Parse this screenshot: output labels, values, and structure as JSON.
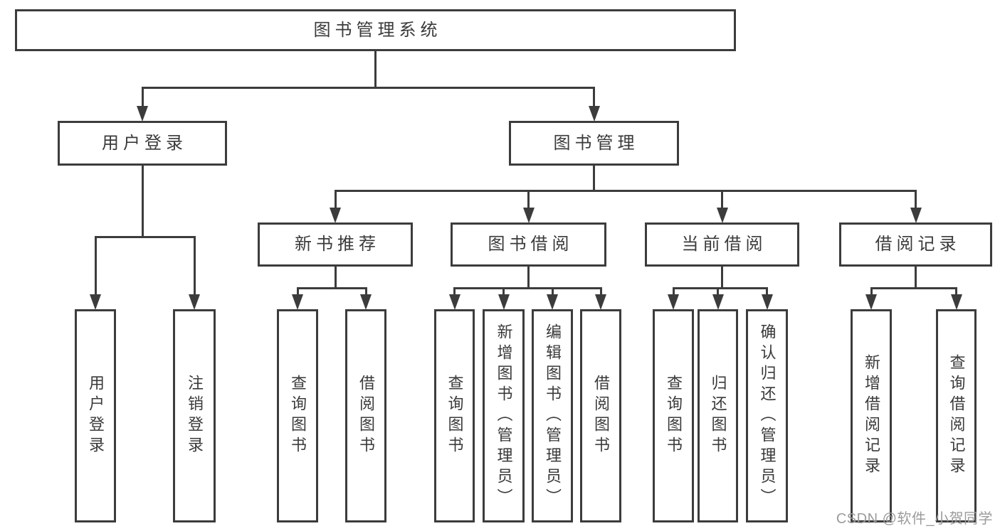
{
  "colors": {
    "line": "#3c3c3c",
    "text": "#3a3a3a",
    "background": "#ffffff",
    "watermark": "#9b9b9b"
  },
  "watermark": {
    "text": "CSDN @软件_小贺同学"
  },
  "tree": {
    "id": "root",
    "label": "图书管理系统",
    "children": [
      {
        "id": "user-login",
        "label": "用户登录",
        "children": [
          {
            "id": "leaf-user-login",
            "label": "用户登录"
          },
          {
            "id": "leaf-logout",
            "label": "注销登录"
          }
        ]
      },
      {
        "id": "book-mgmt",
        "label": "图书管理",
        "children": [
          {
            "id": "new-book-rec",
            "label": "新书推荐",
            "children": [
              {
                "id": "leaf-query-book-a",
                "label": "查询图书"
              },
              {
                "id": "leaf-borrow-book-a",
                "label": "借阅图书"
              }
            ]
          },
          {
            "id": "book-borrow",
            "label": "图书借阅",
            "children": [
              {
                "id": "leaf-query-book-b",
                "label": "查询图书"
              },
              {
                "id": "leaf-add-book",
                "label": "新增图书（管理员）"
              },
              {
                "id": "leaf-edit-book",
                "label": "编辑图书（管理员）"
              },
              {
                "id": "leaf-borrow-book-b",
                "label": "借阅图书"
              }
            ]
          },
          {
            "id": "current-borrow",
            "label": "当前借阅",
            "children": [
              {
                "id": "leaf-query-book-c",
                "label": "查询图书"
              },
              {
                "id": "leaf-return-book",
                "label": "归还图书"
              },
              {
                "id": "leaf-confirm-return",
                "label": "确认归还（管理员）"
              }
            ]
          },
          {
            "id": "borrow-record",
            "label": "借阅记录",
            "children": [
              {
                "id": "leaf-add-record",
                "label": "新增借阅记录"
              },
              {
                "id": "leaf-query-record",
                "label": "查询借阅记录"
              }
            ]
          }
        ]
      }
    ]
  }
}
